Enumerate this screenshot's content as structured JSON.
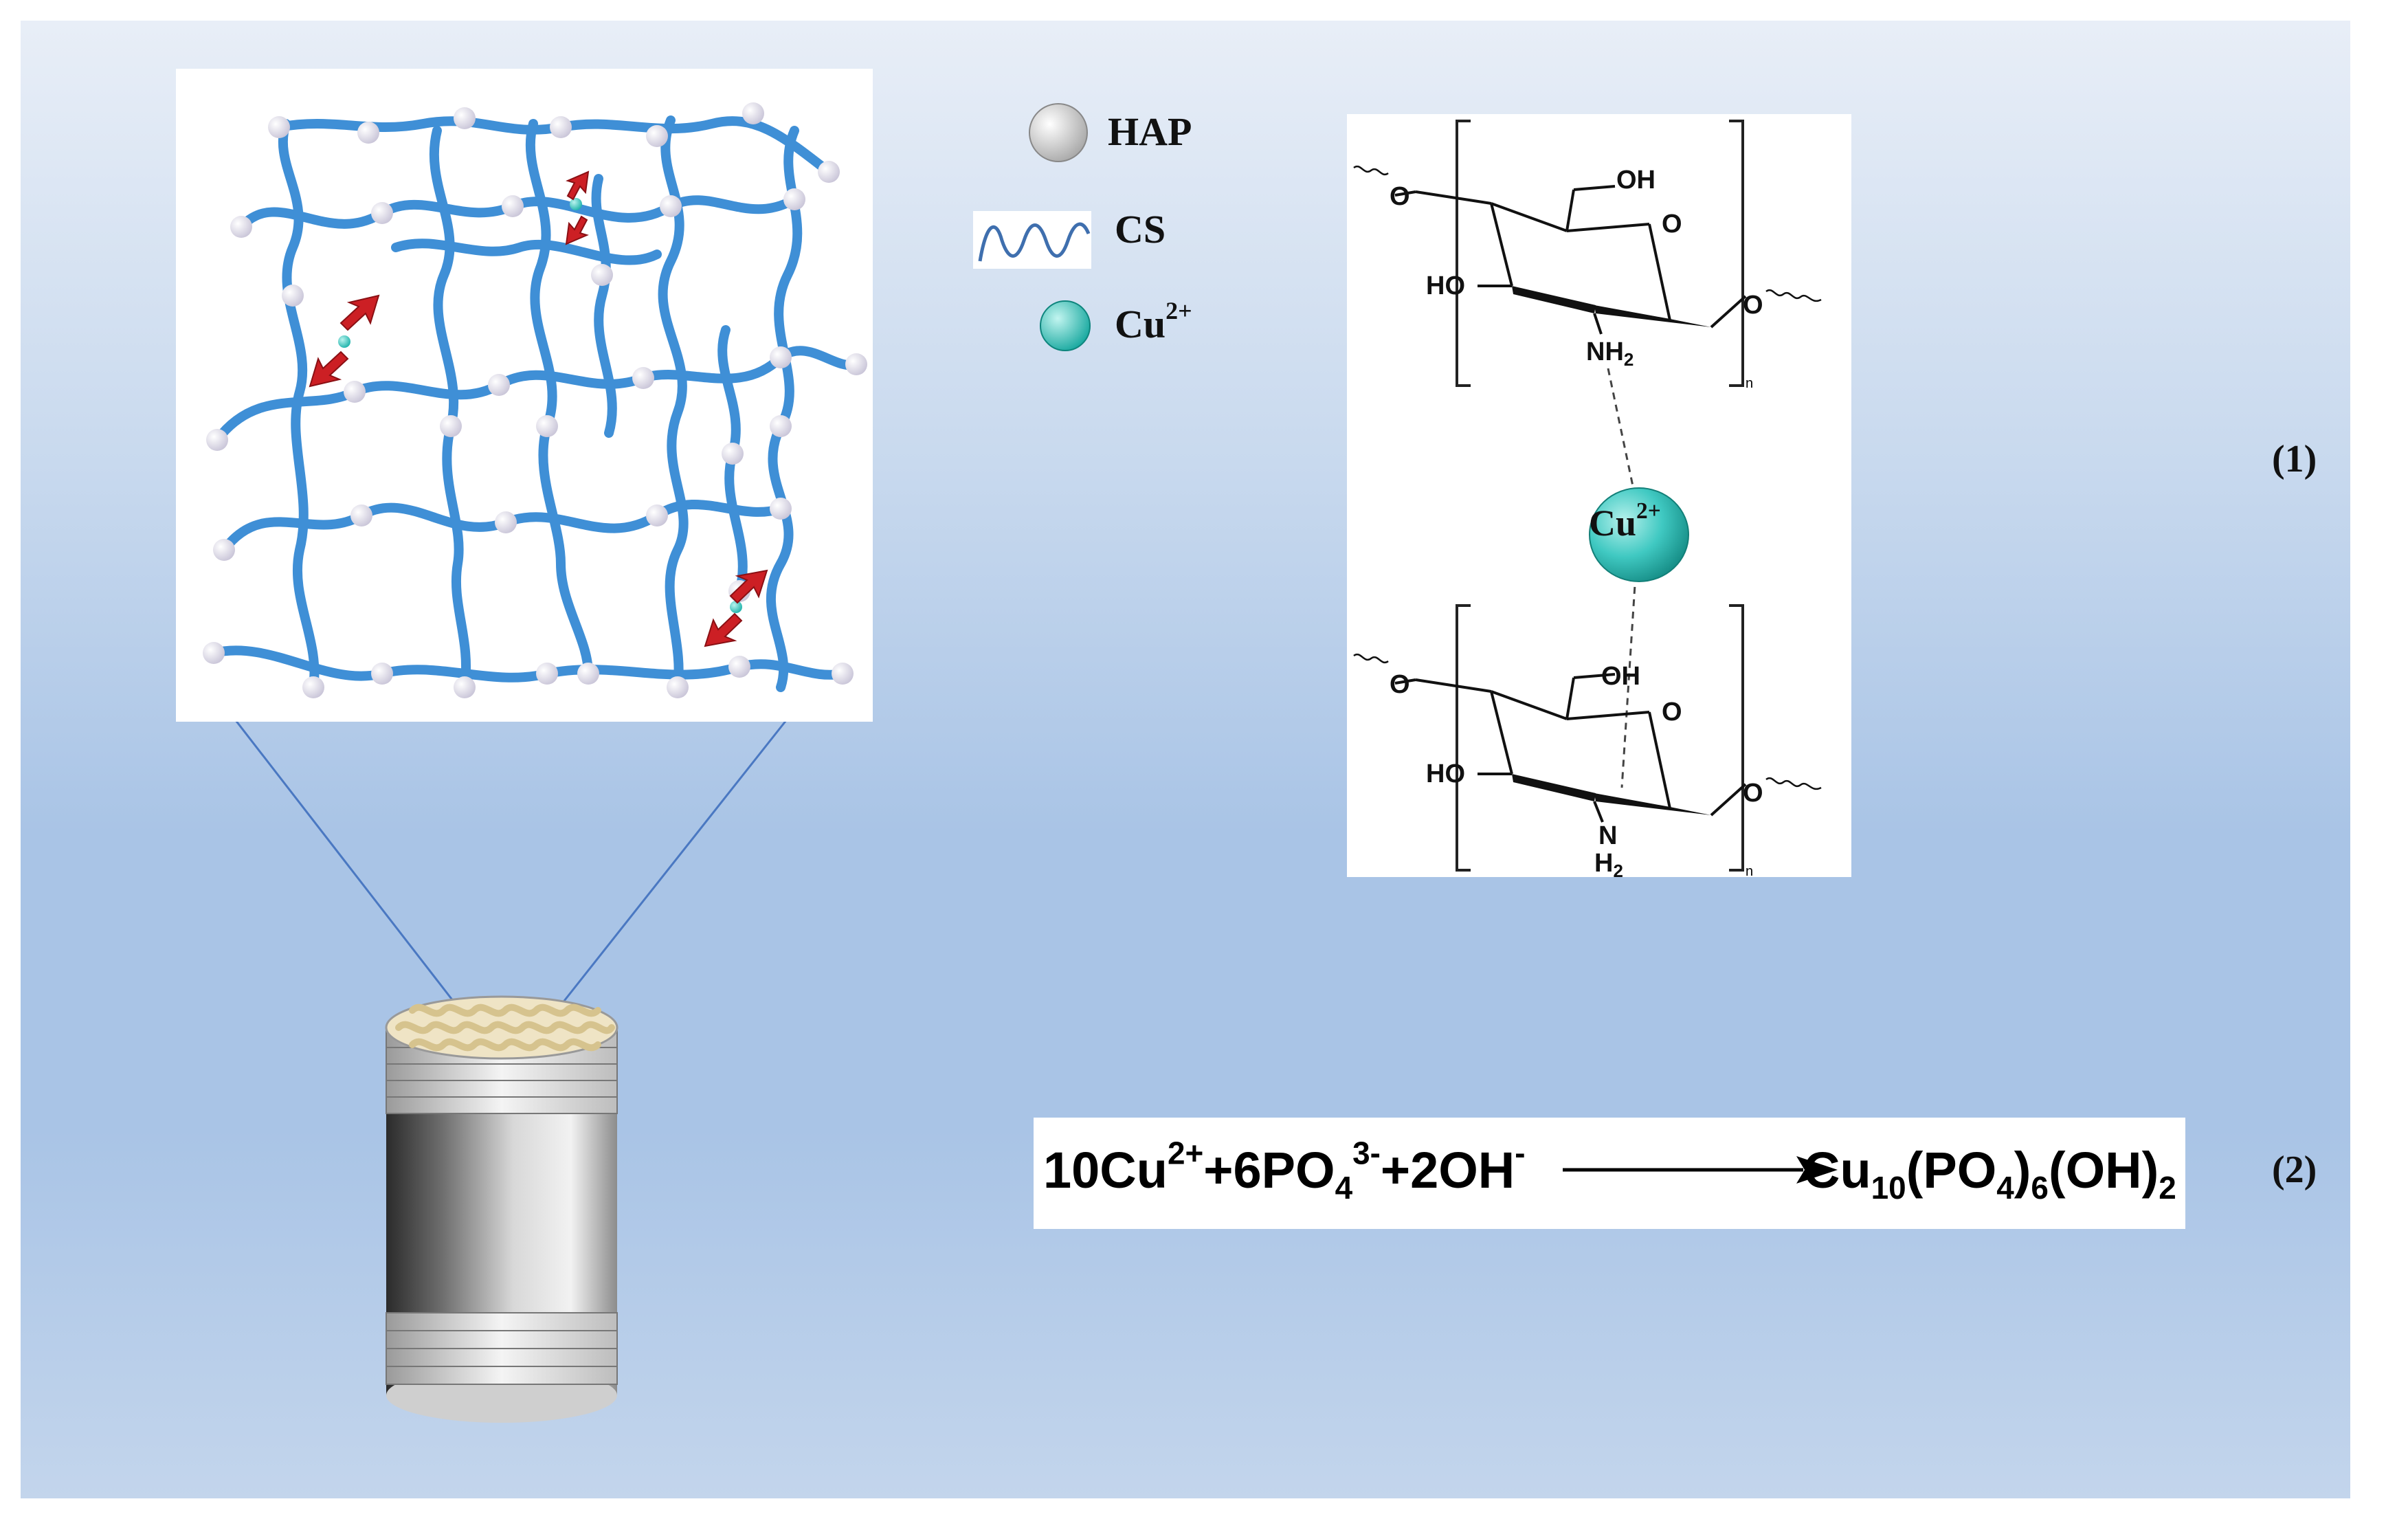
{
  "legend": {
    "hap_label": "HAP",
    "cs_label": "CS",
    "cu_label_base": "Cu",
    "cu_label_charge": "2+"
  },
  "chem": {
    "oh": "OH",
    "ho": "HO",
    "o": "O",
    "nh2_n": "NH",
    "nh2_sub": "2",
    "n": "N",
    "h2": "H",
    "h2_sub": "2",
    "repeat_n": "n",
    "cu_base": "Cu",
    "cu_charge": "2+"
  },
  "equation": {
    "r1": "10Cu",
    "r1_sup": "2+",
    "r2": "+6PO",
    "r2_sub": "4",
    "r2_sup": "3-",
    "r3": "+2OH",
    "r3_sup": "-",
    "p1": "Cu",
    "p1_sub": "10",
    "p2": "(PO",
    "p2_sub": "4",
    "p3": ")",
    "p3_sub": "6",
    "p4": "(OH)",
    "p4_sub": "2"
  },
  "equation_numbers": {
    "eq1": "(1)",
    "eq2": "(2)"
  },
  "colors": {
    "chitosan_strand": "#3f8fd6",
    "hap_sphere": "#e6e3ef",
    "cu_sphere": "#40c9c2",
    "arrow_red": "#cc1f24",
    "zoom_line": "#4a78c2"
  }
}
